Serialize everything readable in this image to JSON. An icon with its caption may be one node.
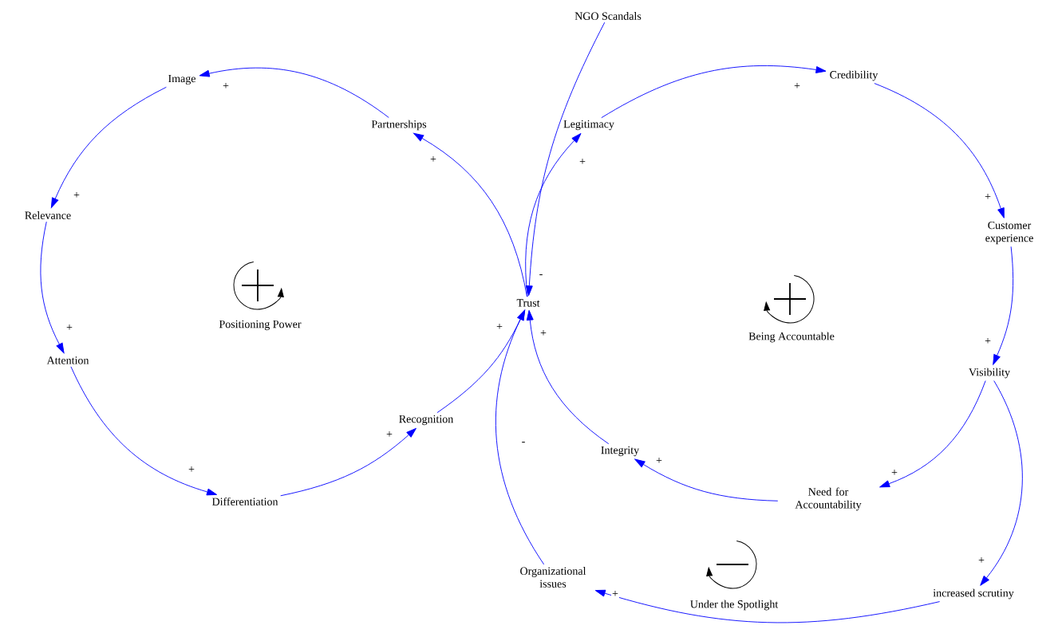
{
  "diagram": {
    "nodes": [
      {
        "text": [
          "NGO Scandals"
        ]
      },
      {
        "text": [
          "Image"
        ]
      },
      {
        "text": [
          "Partnerships"
        ]
      },
      {
        "text": [
          "Legitimacy"
        ]
      },
      {
        "text": [
          "Credibility"
        ]
      },
      {
        "text": [
          "Relevance"
        ]
      },
      {
        "text": [
          "Customer experience"
        ]
      },
      {
        "text": [
          "Trust"
        ]
      },
      {
        "text": [
          "Attention"
        ]
      },
      {
        "text": [
          "Visibility"
        ]
      },
      {
        "text": [
          "Recognition"
        ]
      },
      {
        "text": [
          "Integrity"
        ]
      },
      {
        "text": [
          "Differentiation"
        ]
      },
      {
        "text": [
          "Need for Accountability"
        ]
      },
      {
        "text": [
          "Organizational issues"
        ]
      },
      {
        "text": [
          "increased scrutiny"
        ]
      }
    ],
    "edges": [
      {
        "from": 2,
        "to": 1,
        "arrow": "to",
        "label": "+"
      },
      {
        "from": 1,
        "to": 5,
        "arrow": "to",
        "label": "+"
      },
      {
        "from": 5,
        "to": 8,
        "arrow": "to",
        "label": "+"
      },
      {
        "from": 8,
        "to": 12,
        "arrow": "to",
        "label": "+"
      },
      {
        "from": 12,
        "to": 10,
        "arrow": "to",
        "label": "+"
      },
      {
        "from": 10,
        "to": 7,
        "arrow": "to",
        "label": "+"
      },
      {
        "from": 7,
        "to": 2,
        "arrow": "to",
        "label": "+"
      },
      {
        "from": 7,
        "to": 3,
        "arrow": "to",
        "label": "+"
      },
      {
        "from": 3,
        "to": 4,
        "arrow": "to",
        "label": "+"
      },
      {
        "from": 4,
        "to": 6,
        "arrow": "to",
        "label": "+"
      },
      {
        "from": 6,
        "to": 9,
        "arrow": "to",
        "label": "+"
      },
      {
        "from": 9,
        "to": 13,
        "arrow": "to",
        "label": "+"
      },
      {
        "from": 13,
        "to": 11,
        "arrow": "to",
        "label": "+"
      },
      {
        "from": 11,
        "to": 7,
        "arrow": "to",
        "label": "+"
      },
      {
        "from": 0,
        "to": 7,
        "arrow": "to",
        "label": "-"
      },
      {
        "from": 9,
        "to": 15,
        "arrow": "to",
        "label": "+"
      },
      {
        "from": 15,
        "to": 14,
        "arrow": "to",
        "label": "+"
      },
      {
        "from": 14,
        "to": 7,
        "arrow": "to",
        "label": "-"
      }
    ],
    "labels": [
      "Positioning Power",
      "Being Accountable",
      "Under the Spotlight"
    ]
  }
}
